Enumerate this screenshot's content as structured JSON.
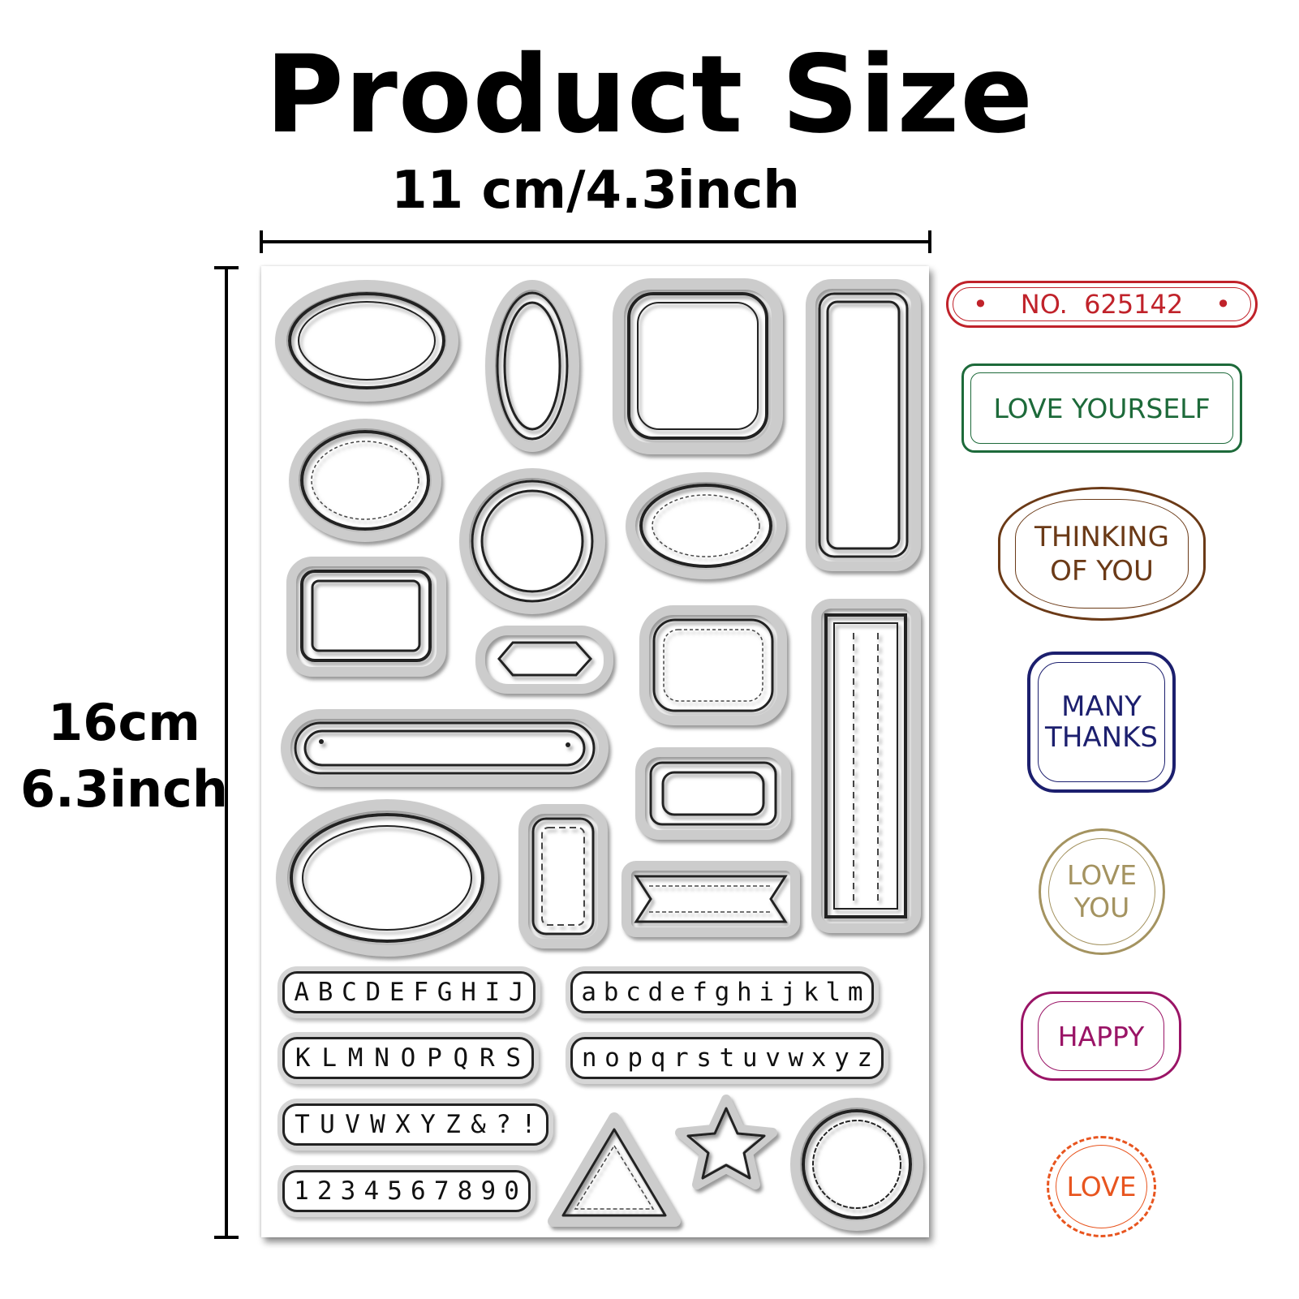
{
  "title": "Product Size",
  "dimensions": {
    "width_label": "11 cm/4.3inch",
    "height_label_cm": "16cm",
    "height_label_inch": "6.3inch"
  },
  "alphabet_strips": [
    "ABCDEFGHIJ",
    "abcdefghijklm",
    "KLMNOPQRS",
    "nopqrstuvwxyz",
    "TUVWXYZ&?!",
    "1234567890"
  ],
  "sample_stamps": [
    {
      "text": "NO.  625142",
      "color": "#c0222a"
    },
    {
      "text": "LOVE YOURSELF",
      "color": "#1d6a3a"
    },
    {
      "text": "THINKING OF YOU",
      "line1": "THINKING",
      "line2": "OF YOU",
      "color": "#6b3a17"
    },
    {
      "text": "MANY THANKS",
      "line1": "MANY",
      "line2": "THANKS",
      "color": "#1c1f6e"
    },
    {
      "text": "LOVE YOU",
      "line1": "LOVE",
      "line2": "YOU",
      "color": "#a49360"
    },
    {
      "text": "HAPPY",
      "color": "#9a1466"
    },
    {
      "text": "LOVE",
      "color": "#e8551f"
    }
  ]
}
